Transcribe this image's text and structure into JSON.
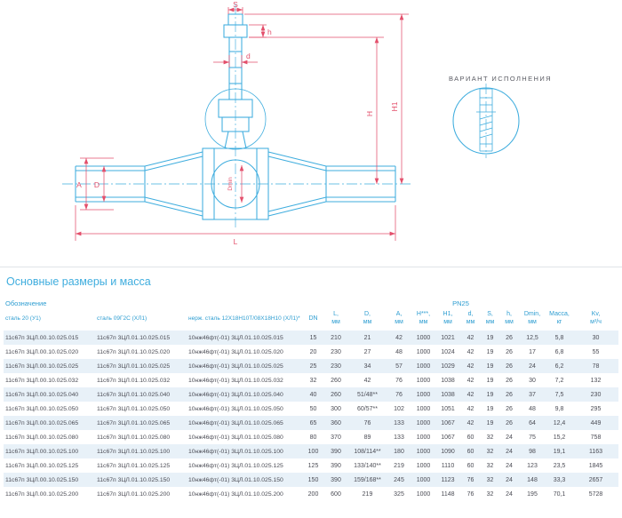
{
  "colors": {
    "accent": "#2d9dd1",
    "line": "#3fadde",
    "dim": "#e34f6b",
    "stripe": "#e8f1f8",
    "text": "#4b4c55"
  },
  "drawing": {
    "labels": {
      "S": "S",
      "h": "h",
      "d": "d",
      "A": "A",
      "D": "D",
      "Dmin": "Dmin",
      "H": "H",
      "H1": "H1",
      "L": "L"
    },
    "variant_label": "ВАРИАНТ ИСПОЛНЕНИЯ"
  },
  "section_title": "Основные размеры и масса",
  "table": {
    "group_headers": {
      "designation": "Обозначение",
      "pn": "PN25"
    },
    "designation_columns": [
      "сталь 20 (У1)",
      "сталь 09Г2С (ХЛ1)",
      "нерж. сталь 12Х18Н10Т/08Х18Н10 (ХЛ1)*"
    ],
    "columns": [
      {
        "key": "dn",
        "label": "DN",
        "unit": ""
      },
      {
        "key": "l",
        "label": "L,",
        "unit": "мм"
      },
      {
        "key": "d-outer",
        "label": "D,",
        "unit": "мм"
      },
      {
        "key": "a",
        "label": "A,",
        "unit": "мм"
      },
      {
        "key": "h-height",
        "label": "H***,",
        "unit": "мм"
      },
      {
        "key": "h1",
        "label": "H1,",
        "unit": "мм"
      },
      {
        "key": "d-stem",
        "label": "d,",
        "unit": "мм"
      },
      {
        "key": "s",
        "label": "S,",
        "unit": "мм"
      },
      {
        "key": "h-nut",
        "label": "h,",
        "unit": "мм"
      },
      {
        "key": "dmin",
        "label": "Dmin,",
        "unit": "мм"
      },
      {
        "key": "mass",
        "label": "Масса,",
        "unit": "кг"
      },
      {
        "key": "kv",
        "label": "Kv,",
        "unit": "м³/ч"
      }
    ],
    "rows": [
      {
        "designations": [
          "11с67п 3ЦЛ.00.10.025.015",
          "11с67п 3ЦЛ.01.10.025.015",
          "10нж46фт(-01) 3ЦЛ.01.10.025.015"
        ],
        "values": [
          "15",
          "210",
          "21",
          "42",
          "1000",
          "1021",
          "42",
          "19",
          "26",
          "12,5",
          "5,8",
          "30"
        ]
      },
      {
        "designations": [
          "11с67п 3ЦЛ.00.10.025.020",
          "11с67п 3ЦЛ.01.10.025.020",
          "10нж46фт(-01) 3ЦЛ.01.10.025.020"
        ],
        "values": [
          "20",
          "230",
          "27",
          "48",
          "1000",
          "1024",
          "42",
          "19",
          "26",
          "17",
          "6,8",
          "55"
        ]
      },
      {
        "designations": [
          "11с67п 3ЦЛ.00.10.025.025",
          "11с67п 3ЦЛ.01.10.025.025",
          "10нж46фт(-01) 3ЦЛ.01.10.025.025"
        ],
        "values": [
          "25",
          "230",
          "34",
          "57",
          "1000",
          "1029",
          "42",
          "19",
          "26",
          "24",
          "6,2",
          "78"
        ]
      },
      {
        "designations": [
          "11с67п 3ЦЛ.00.10.025.032",
          "11с67п 3ЦЛ.01.10.025.032",
          "10нж46фт(-01) 3ЦЛ.01.10.025.032"
        ],
        "values": [
          "32",
          "260",
          "42",
          "76",
          "1000",
          "1038",
          "42",
          "19",
          "26",
          "30",
          "7,2",
          "132"
        ]
      },
      {
        "designations": [
          "11с67п 3ЦЛ.00.10.025.040",
          "11с67п 3ЦЛ.01.10.025.040",
          "10нж46фт(-01) 3ЦЛ.01.10.025.040"
        ],
        "values": [
          "40",
          "260",
          "51/48**",
          "76",
          "1000",
          "1038",
          "42",
          "19",
          "26",
          "37",
          "7,5",
          "230"
        ]
      },
      {
        "designations": [
          "11с67п 3ЦЛ.00.10.025.050",
          "11с67п 3ЦЛ.01.10.025.050",
          "10нж46фт(-01) 3ЦЛ.01.10.025.050"
        ],
        "values": [
          "50",
          "300",
          "60/57**",
          "102",
          "1000",
          "1051",
          "42",
          "19",
          "26",
          "48",
          "9,8",
          "295"
        ]
      },
      {
        "designations": [
          "11с67п 3ЦЛ.00.10.025.065",
          "11с67п 3ЦЛ.01.10.025.065",
          "10нж46фт(-01) 3ЦЛ.01.10.025.065"
        ],
        "values": [
          "65",
          "360",
          "76",
          "133",
          "1000",
          "1067",
          "42",
          "19",
          "26",
          "64",
          "12,4",
          "449"
        ]
      },
      {
        "designations": [
          "11с67п 3ЦЛ.00.10.025.080",
          "11с67п 3ЦЛ.01.10.025.080",
          "10нж46фт(-01) 3ЦЛ.01.10.025.080"
        ],
        "values": [
          "80",
          "370",
          "89",
          "133",
          "1000",
          "1067",
          "60",
          "32",
          "24",
          "75",
          "15,2",
          "758"
        ]
      },
      {
        "designations": [
          "11с67п 3ЦЛ.00.10.025.100",
          "11с67п 3ЦЛ.01.10.025.100",
          "10нж46фт(-01) 3ЦЛ.01.10.025.100"
        ],
        "values": [
          "100",
          "390",
          "108/114**",
          "180",
          "1000",
          "1090",
          "60",
          "32",
          "24",
          "98",
          "19,1",
          "1163"
        ]
      },
      {
        "designations": [
          "11с67п 3ЦЛ.00.10.025.125",
          "11с67п 3ЦЛ.01.10.025.125",
          "10нж46фт(-01) 3ЦЛ.01.10.025.125"
        ],
        "values": [
          "125",
          "390",
          "133/140**",
          "219",
          "1000",
          "1110",
          "60",
          "32",
          "24",
          "123",
          "23,5",
          "1845"
        ]
      },
      {
        "designations": [
          "11с67п 3ЦЛ.00.10.025.150",
          "11с67п 3ЦЛ.01.10.025.150",
          "10нж46фт(-01) 3ЦЛ.01.10.025.150"
        ],
        "values": [
          "150",
          "390",
          "159/168**",
          "245",
          "1000",
          "1123",
          "76",
          "32",
          "24",
          "148",
          "33,3",
          "2657"
        ]
      },
      {
        "designations": [
          "11с67п 3ЦЛ.00.10.025.200",
          "11с67п 3ЦЛ.01.10.025.200",
          "10нж46фт(-01) 3ЦЛ.01.10.025.200"
        ],
        "values": [
          "200",
          "600",
          "219",
          "325",
          "1000",
          "1148",
          "76",
          "32",
          "24",
          "195",
          "70,1",
          "5728"
        ]
      }
    ]
  }
}
